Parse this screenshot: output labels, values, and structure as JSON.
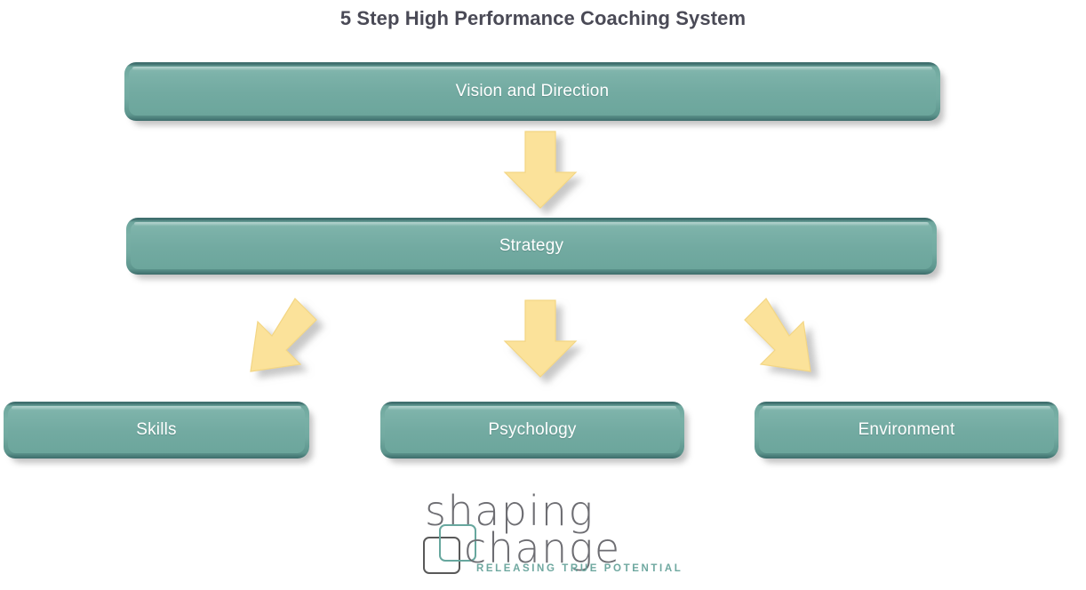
{
  "title": "5 Step High Performance Coaching System",
  "colors": {
    "box_fill": "#72aaa1",
    "box_edge": "#3d6c6b",
    "arrow_fill": "#fbe29a",
    "arrow_stroke": "#f5d483",
    "title_text": "#4a4a56",
    "box_text": "#ffffff",
    "logo_gray": "#6d6d72",
    "logo_teal": "#67a79e",
    "background": "#ffffff"
  },
  "boxes": [
    {
      "id": "vision",
      "label": "Vision and Direction",
      "level": 1
    },
    {
      "id": "strategy",
      "label": "Strategy",
      "level": 2
    },
    {
      "id": "skills",
      "label": "Skills",
      "level": 3
    },
    {
      "id": "psychology",
      "label": "Psychology",
      "level": 3
    },
    {
      "id": "environment",
      "label": "Environment",
      "level": 3
    }
  ],
  "arrows": [
    {
      "id": "vision-to-strategy",
      "direction": "down",
      "from": "vision",
      "to": "strategy"
    },
    {
      "id": "strategy-to-skills",
      "direction": "down-left",
      "from": "strategy",
      "to": "skills"
    },
    {
      "id": "strategy-to-psychology",
      "direction": "down",
      "from": "strategy",
      "to": "psychology"
    },
    {
      "id": "strategy-to-environment",
      "direction": "down-right",
      "from": "strategy",
      "to": "environment"
    }
  ],
  "logo": {
    "line1": "shaping",
    "line2": "change",
    "tagline": "RELEASING TRUE POTENTIAL"
  }
}
